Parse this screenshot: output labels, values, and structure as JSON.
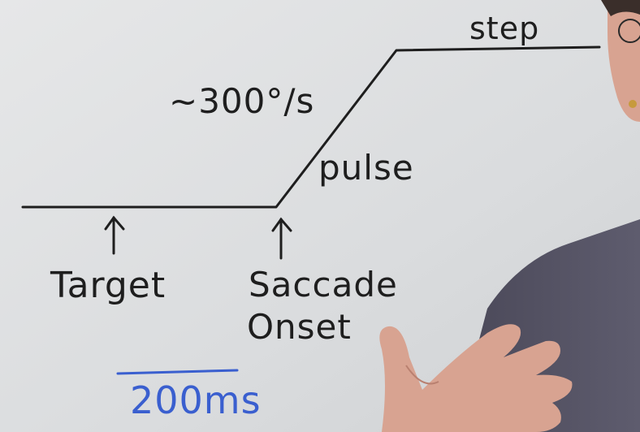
{
  "whiteboard": {
    "step_label": "step",
    "speed_label": "~300°/s",
    "pulse_label": "pulse",
    "target_label": "Target",
    "saccade_line1": "Saccade",
    "saccade_line2": "Onset",
    "time_label": "200ms"
  },
  "colors": {
    "board": "#dcdee0",
    "ink_black": "#1e1e1e",
    "ink_blue": "#3a5fcf",
    "shirt": "#565466",
    "skin": "#d8a391"
  }
}
